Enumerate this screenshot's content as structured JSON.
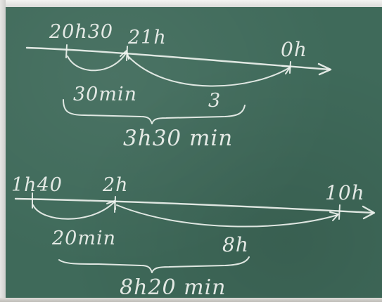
{
  "top_timeline": {
    "start_time": "20h30",
    "middle_time": "21h",
    "end_time": "0h",
    "first_interval": "30min",
    "second_interval": "3",
    "total": "3h30 min"
  },
  "bottom_timeline": {
    "start_time": "1h40",
    "middle_time": "2h",
    "end_time": "10h",
    "first_interval": "20min",
    "second_interval": "8h",
    "total": "8h20 min"
  },
  "colors": {
    "board": "#3f6a5a",
    "chalk": "#eef2ee",
    "frame": "#e6e6e4"
  }
}
